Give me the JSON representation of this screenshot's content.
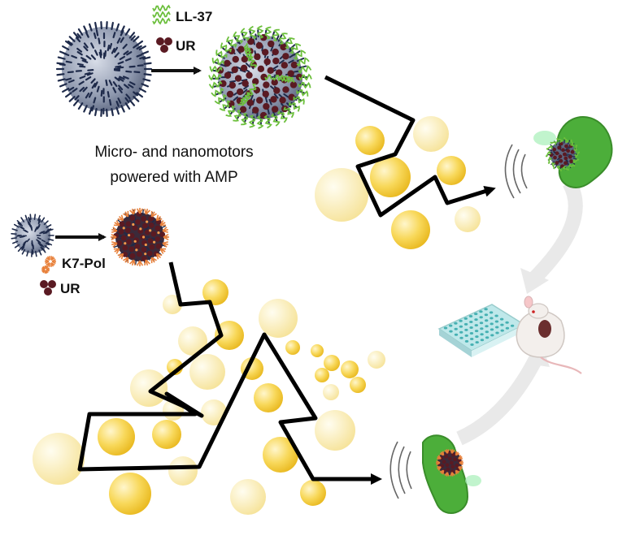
{
  "labels": {
    "ll37": "LL-37",
    "ur_top": "UR",
    "k7pol": "K7-Pol",
    "ur_bottom": "UR",
    "caption_line1": "Micro- and nanomotors",
    "caption_line2": "powered with AMP"
  },
  "colors": {
    "arrow": "#111111",
    "path": "#000000",
    "bubble_fill": "#f7d04a",
    "bubble_light": "#fbe9a4",
    "motor_gray": "#7f8aa3",
    "spike": "#1e2a4a",
    "urease": "#5a1a22",
    "ll37_green": "#6cbf3c",
    "k7pol_orange": "#e8803a",
    "bacterium_green": "#4cae3a",
    "cycle_arrow": "#e6e6e6"
  },
  "icons": [
    "motor-icon",
    "ll37-peptide-icon",
    "urease-icon",
    "k7pol-peptide-icon",
    "bacterium-icon",
    "well-plate-icon",
    "mouse-icon",
    "sound-wave-icon",
    "bubble-icon"
  ]
}
